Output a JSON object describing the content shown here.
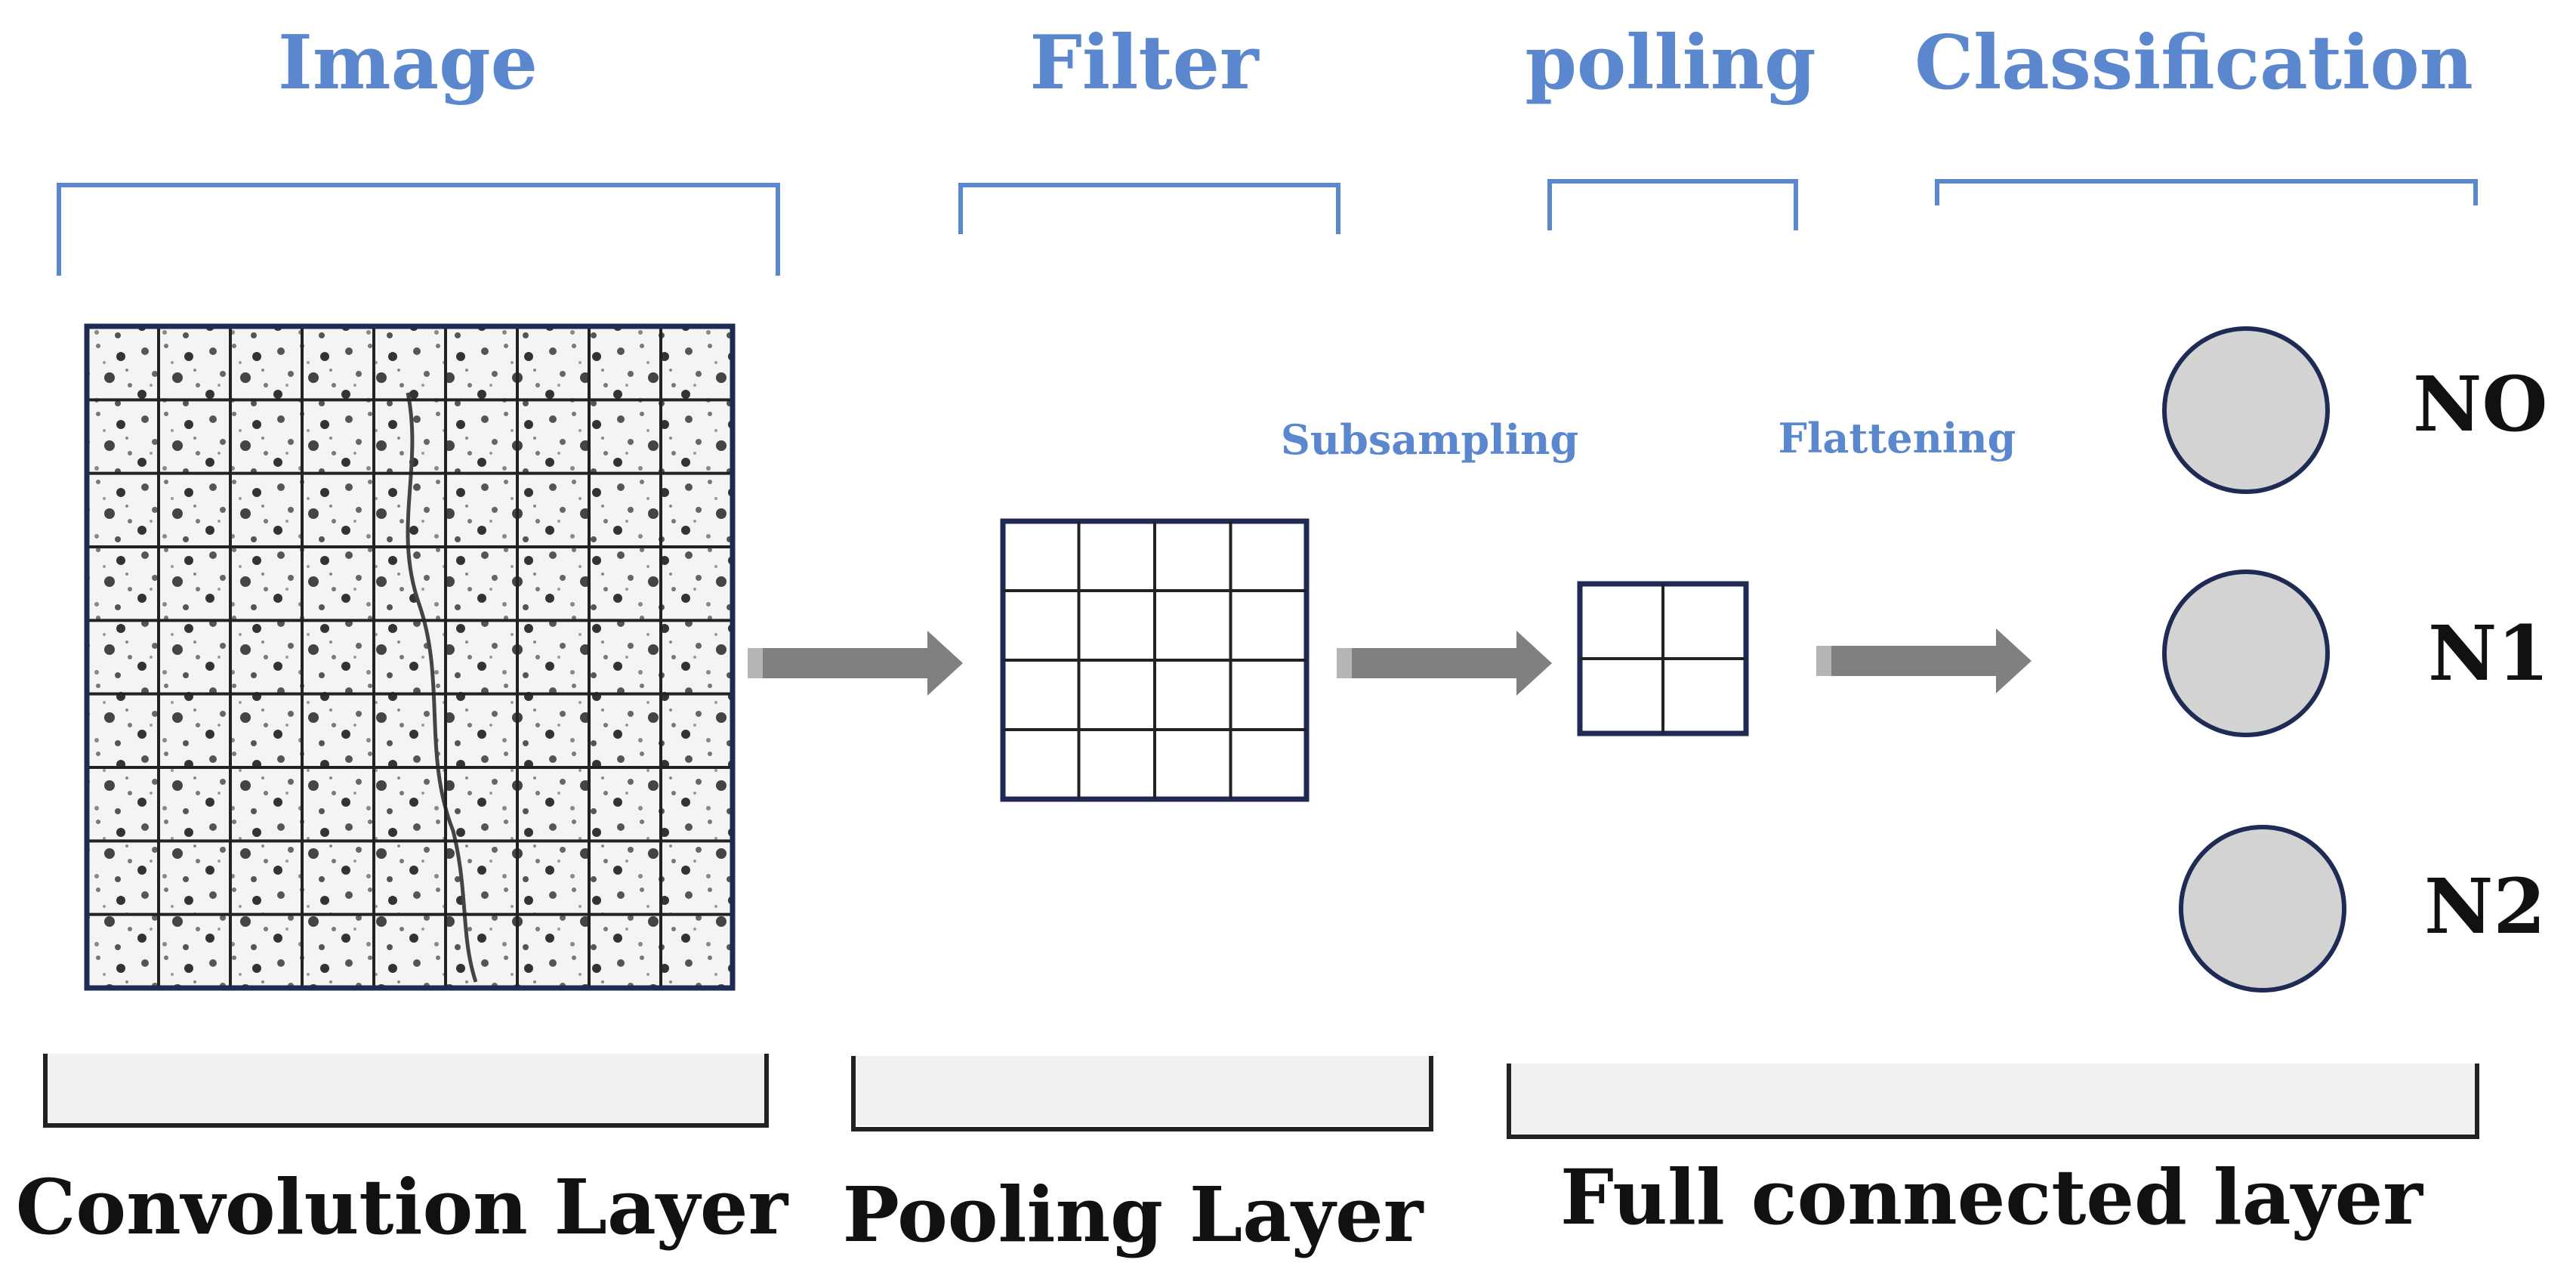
{
  "top_labels": {
    "image": "Image",
    "filter": "Filter",
    "polling": "polling",
    "classification": "Classification"
  },
  "arrow_labels": {
    "subsampling": "Subsampling",
    "flattening": "Flattening"
  },
  "layer_labels": {
    "convolution": "Convolution Layer",
    "pooling": "Pooling Layer",
    "full_connected": "Full connected layer"
  },
  "classes": [
    "NO",
    "N1",
    "N2"
  ],
  "grids": {
    "image_grid": {
      "rows": 9,
      "cols": 9
    },
    "filter_grid": {
      "rows": 4,
      "cols": 4
    },
    "polling_grid": {
      "rows": 2,
      "cols": 2
    }
  },
  "colors": {
    "accent": "#5b87cf",
    "grid_border": "#1f2a55",
    "arrow": "#808080",
    "node_fill": "#d3d3d3",
    "node_stroke": "#1f2a55",
    "panel_fill": "#f1f1f1"
  }
}
